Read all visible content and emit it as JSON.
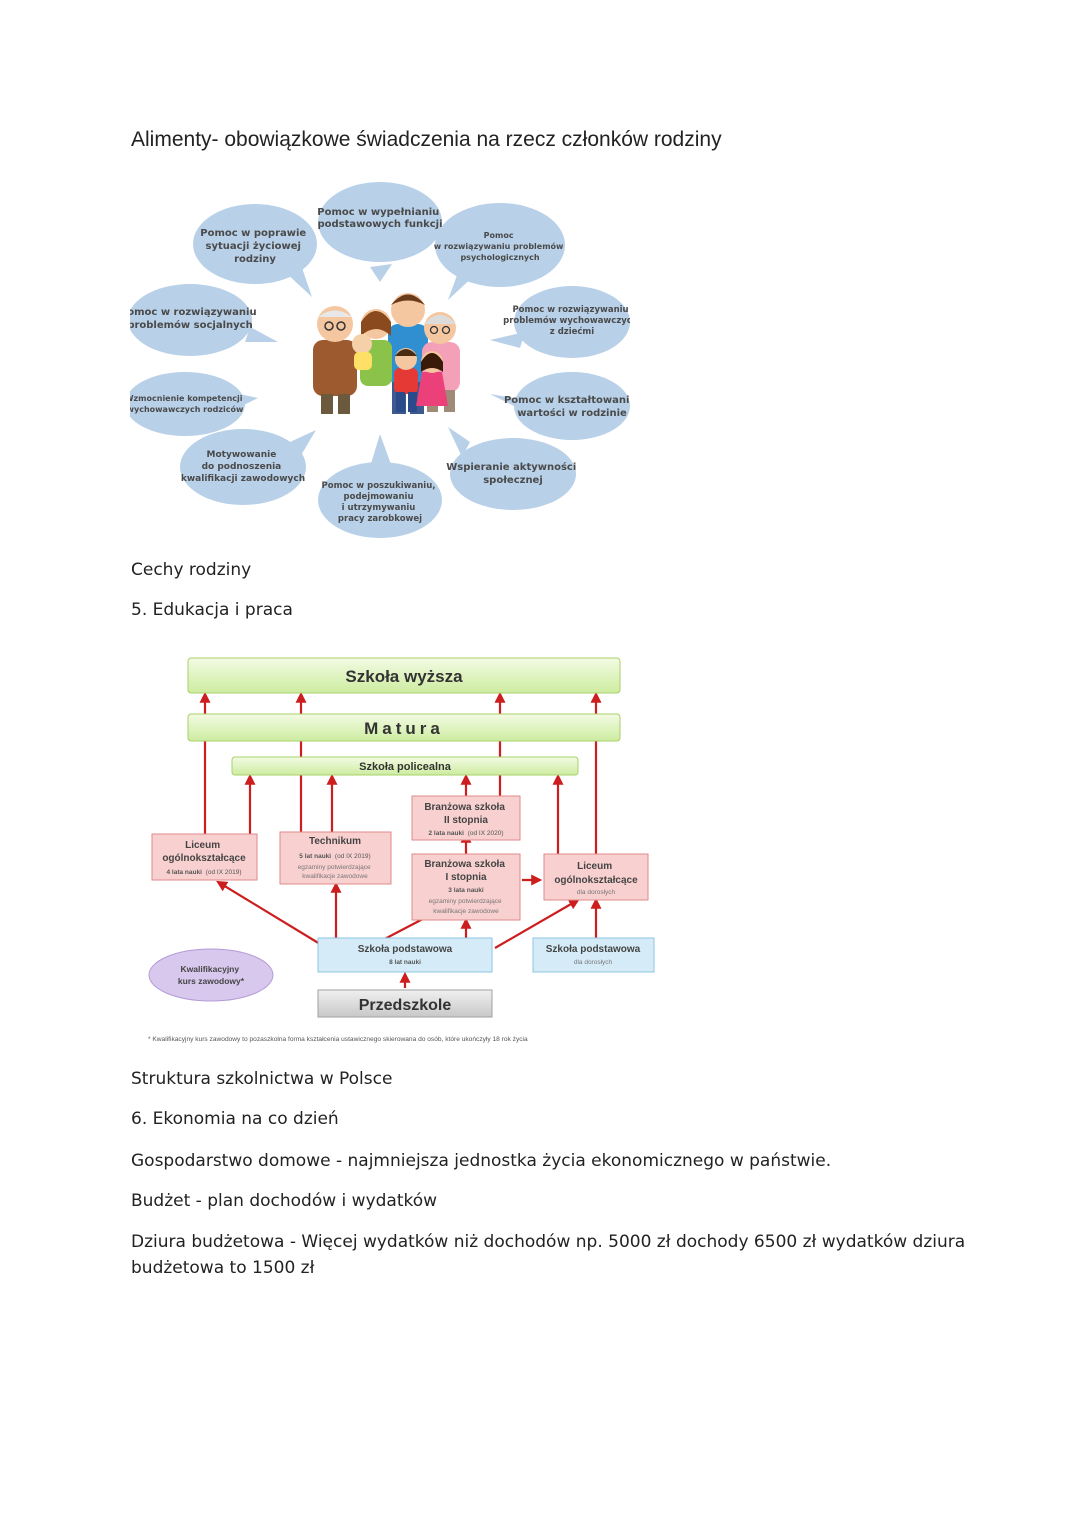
{
  "heading": "Alimenty- obowiązkowe świadczenia na rzecz członków rodziny",
  "family_diagram": {
    "bubbles": [
      [
        "Pomoc w wypełnianiu",
        "podstawowych funkcji"
      ],
      [
        "Pomoc",
        "w rozwiązywaniu problemów",
        "psychologicznych"
      ],
      [
        "Pomoc w rozwiązywaniu",
        "problemów wychowawczych",
        "z dziećmi"
      ],
      [
        "Pomoc w kształtowaniu",
        "wartości w rodzinie"
      ],
      [
        "Wspieranie aktywności",
        "społecznej"
      ],
      [
        "Pomoc w poszukiwaniu,",
        "podejmowaniu",
        "i utrzymywaniu",
        "pracy zarobkowej"
      ],
      [
        "Motywowanie",
        "do podnoszenia",
        "kwalifikacji zawodowych"
      ],
      [
        "Wzmocnienie kompetencji",
        "wychowawczych rodziców"
      ],
      [
        "Pomoc w rozwiązywaniu",
        "problemów socjalnych"
      ],
      [
        "Pomoc w poprawie",
        "sytuacji życiowej",
        "rodziny"
      ]
    ]
  },
  "caption_family": "Cechy rodziny",
  "section5": "5. Edukacja i praca",
  "school_diagram": {
    "szkola_wyzsza": "Szkoła wyższa",
    "matura": "Matura",
    "policealna": "Szkoła policealna",
    "liceum": {
      "title1": "Liceum",
      "title2": "ogólnokształcące",
      "sub_bold": "4 lata nauki",
      "sub_light": "(od IX 2019)"
    },
    "technikum": {
      "title": "Technikum",
      "sub_bold": "5 lat nauki",
      "sub_light": "(od IX 2019)",
      "line3": "egzaminy potwierdzające",
      "line4": "kwalifikacje zawodowe"
    },
    "branzowa2": {
      "title1": "Branżowa szkoła",
      "title2": "II stopnia",
      "sub_bold": "2 lata nauki",
      "sub_light": "(od IX 2020)"
    },
    "branzowa1": {
      "title1": "Branżowa szkoła",
      "title2": "I stopnia",
      "sub_bold": "3 lata nauki",
      "line3": "egzaminy potwierdzające",
      "line4": "kwalifikacje zawodowe"
    },
    "liceum_dorosli": {
      "title1": "Liceum",
      "title2": "ogólnokształcące",
      "sub": "dla dorosłych"
    },
    "podstawowa": {
      "title": "Szkoła podstawowa",
      "sub": "8 lat nauki"
    },
    "podstawowa_dorosli": {
      "title": "Szkoła podstawowa",
      "sub": "dla dorosłych"
    },
    "kurs": {
      "line1": "Kwalifikacyjny",
      "line2": "kurs zawodowy*"
    },
    "przedszkole": "Przedszkole",
    "footnote": "* Kwalifikacyjny kurs zawodowy to pozaszkolna forma kształcenia ustawicznego skierowana do osób, które ukończyły 18 rok życia"
  },
  "caption_school": "Struktura szkolnictwa w Polsce",
  "section6": "6. Ekonomia na co dzień",
  "def_gospodarstwo": "Gospodarstwo domowe - najmniejsza jednostka życia ekonomicznego w państwie.",
  "def_budzet": "Budżet - plan dochodów i wydatków",
  "def_dziura_line1": "Dziura budżetowa - Więcej wydatków niż dochodów np.  5000 zł dochody 6500 zł wydatków dziura",
  "def_dziura_line2": "budżetowa to 1500 zł",
  "colors": {
    "bubble": "#b8d0e8",
    "green_box": "#d9f2b4",
    "pink_box": "#f9d0d0",
    "blue_box": "#d5ecf8",
    "arrow": "#cc1e1e",
    "purple": "#d9c8ee"
  }
}
